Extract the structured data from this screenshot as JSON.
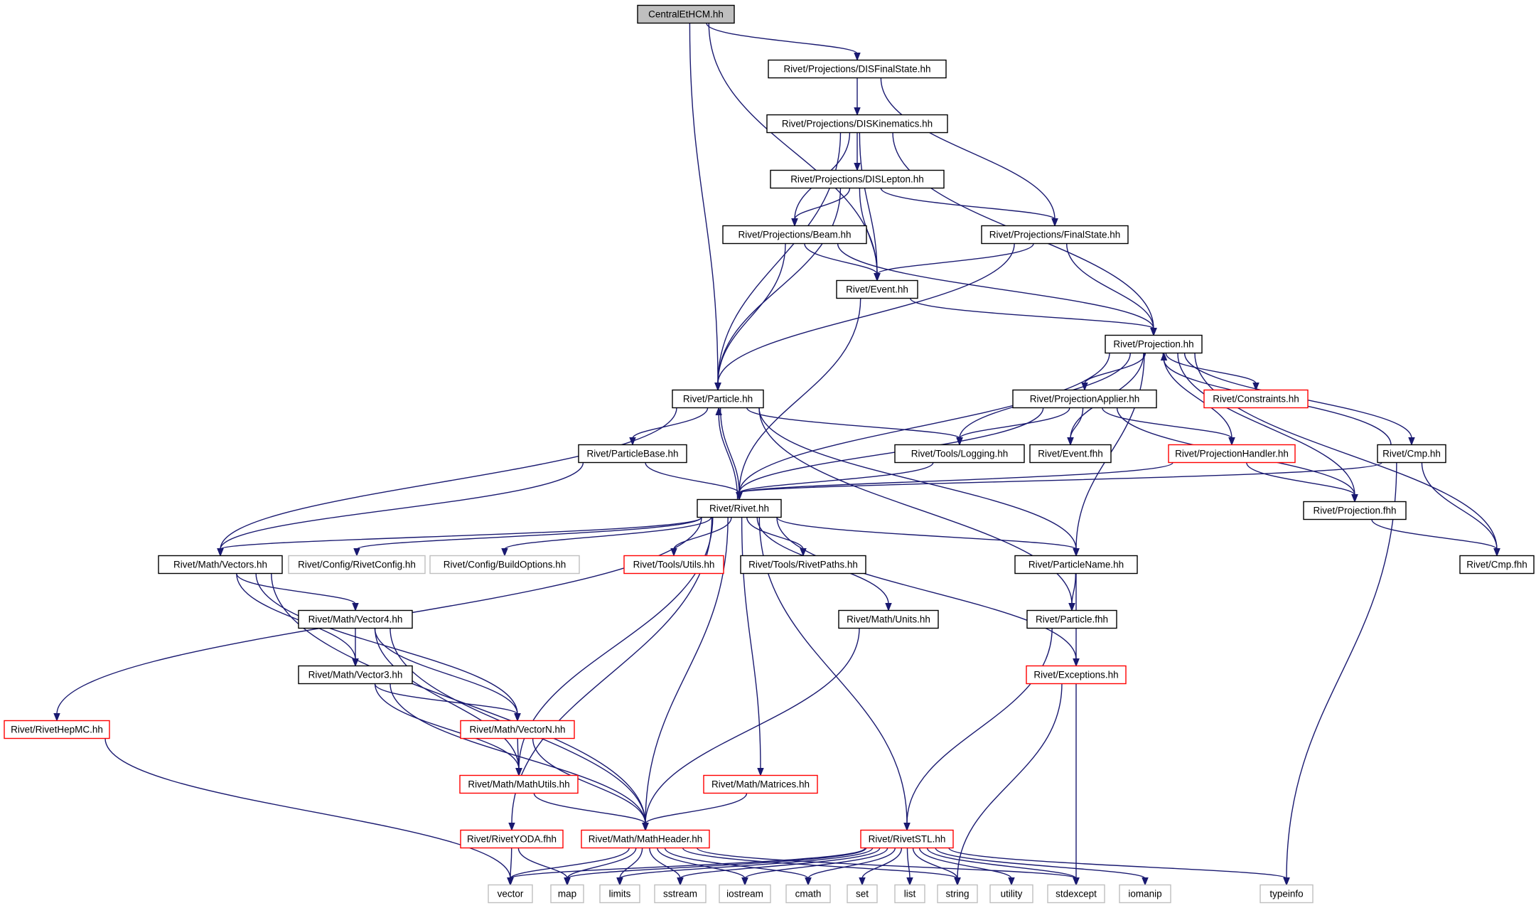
{
  "graph": {
    "nodes": [
      {
        "id": "root",
        "label": "CentralEtHCM.hh",
        "kind": "root"
      },
      {
        "id": "disfs",
        "label": "Rivet/Projections/DISFinalState.hh",
        "kind": "normal"
      },
      {
        "id": "diskin",
        "label": "Rivet/Projections/DISKinematics.hh",
        "kind": "normal"
      },
      {
        "id": "dislep",
        "label": "Rivet/Projections/DISLepton.hh",
        "kind": "normal"
      },
      {
        "id": "beam",
        "label": "Rivet/Projections/Beam.hh",
        "kind": "normal"
      },
      {
        "id": "finalstate",
        "label": "Rivet/Projections/FinalState.hh",
        "kind": "normal"
      },
      {
        "id": "event",
        "label": "Rivet/Event.hh",
        "kind": "normal"
      },
      {
        "id": "projection",
        "label": "Rivet/Projection.hh",
        "kind": "normal"
      },
      {
        "id": "particle",
        "label": "Rivet/Particle.hh",
        "kind": "normal"
      },
      {
        "id": "constraints",
        "label": "Rivet/Constraints.hh",
        "kind": "trunc"
      },
      {
        "id": "projapplier",
        "label": "Rivet/ProjectionApplier.hh",
        "kind": "normal"
      },
      {
        "id": "particlebase",
        "label": "Rivet/ParticleBase.hh",
        "kind": "normal"
      },
      {
        "id": "logging",
        "label": "Rivet/Tools/Logging.hh",
        "kind": "normal"
      },
      {
        "id": "eventfhh",
        "label": "Rivet/Event.fhh",
        "kind": "normal"
      },
      {
        "id": "projhandler",
        "label": "Rivet/ProjectionHandler.hh",
        "kind": "trunc"
      },
      {
        "id": "cmp",
        "label": "Rivet/Cmp.hh",
        "kind": "normal"
      },
      {
        "id": "rivet",
        "label": "Rivet/Rivet.hh",
        "kind": "normal"
      },
      {
        "id": "projfhh",
        "label": "Rivet/Projection.fhh",
        "kind": "normal"
      },
      {
        "id": "vectors",
        "label": "Rivet/Math/Vectors.hh",
        "kind": "normal"
      },
      {
        "id": "rivetconfig",
        "label": "Rivet/Config/RivetConfig.hh",
        "kind": "ext"
      },
      {
        "id": "buildopts",
        "label": "Rivet/Config/BuildOptions.hh",
        "kind": "ext"
      },
      {
        "id": "utils",
        "label": "Rivet/Tools/Utils.hh",
        "kind": "trunc"
      },
      {
        "id": "rivetpaths",
        "label": "Rivet/Tools/RivetPaths.hh",
        "kind": "normal"
      },
      {
        "id": "particlename",
        "label": "Rivet/ParticleName.hh",
        "kind": "normal"
      },
      {
        "id": "cmpfhh",
        "label": "Rivet/Cmp.fhh",
        "kind": "normal"
      },
      {
        "id": "vector4",
        "label": "Rivet/Math/Vector4.hh",
        "kind": "normal"
      },
      {
        "id": "units",
        "label": "Rivet/Math/Units.hh",
        "kind": "normal"
      },
      {
        "id": "particlefhh",
        "label": "Rivet/Particle.fhh",
        "kind": "normal"
      },
      {
        "id": "vector3",
        "label": "Rivet/Math/Vector3.hh",
        "kind": "normal"
      },
      {
        "id": "exceptions",
        "label": "Rivet/Exceptions.hh",
        "kind": "trunc"
      },
      {
        "id": "hepmc",
        "label": "Rivet/RivetHepMC.hh",
        "kind": "trunc"
      },
      {
        "id": "vectorn",
        "label": "Rivet/Math/VectorN.hh",
        "kind": "trunc"
      },
      {
        "id": "mathutils",
        "label": "Rivet/Math/MathUtils.hh",
        "kind": "trunc"
      },
      {
        "id": "matrices",
        "label": "Rivet/Math/Matrices.hh",
        "kind": "trunc"
      },
      {
        "id": "yoda",
        "label": "Rivet/RivetYODA.fhh",
        "kind": "trunc"
      },
      {
        "id": "mathheader",
        "label": "Rivet/Math/MathHeader.hh",
        "kind": "trunc"
      },
      {
        "id": "rivetstl",
        "label": "Rivet/RivetSTL.hh",
        "kind": "trunc"
      },
      {
        "id": "s_vector",
        "label": "vector",
        "kind": "ext"
      },
      {
        "id": "s_map",
        "label": "map",
        "kind": "ext"
      },
      {
        "id": "s_limits",
        "label": "limits",
        "kind": "ext"
      },
      {
        "id": "s_sstream",
        "label": "sstream",
        "kind": "ext"
      },
      {
        "id": "s_iostream",
        "label": "iostream",
        "kind": "ext"
      },
      {
        "id": "s_cmath",
        "label": "cmath",
        "kind": "ext"
      },
      {
        "id": "s_set",
        "label": "set",
        "kind": "ext"
      },
      {
        "id": "s_list",
        "label": "list",
        "kind": "ext"
      },
      {
        "id": "s_string",
        "label": "string",
        "kind": "ext"
      },
      {
        "id": "s_utility",
        "label": "utility",
        "kind": "ext"
      },
      {
        "id": "s_stdexcept",
        "label": "stdexcept",
        "kind": "ext"
      },
      {
        "id": "s_iomanip",
        "label": "iomanip",
        "kind": "ext"
      },
      {
        "id": "s_typeinfo",
        "label": "typeinfo",
        "kind": "ext"
      }
    ],
    "edges": [
      [
        "root",
        "disfs"
      ],
      [
        "root",
        "particle"
      ],
      [
        "root",
        "event"
      ],
      [
        "disfs",
        "diskin"
      ],
      [
        "disfs",
        "finalstate"
      ],
      [
        "diskin",
        "dislep"
      ],
      [
        "diskin",
        "beam"
      ],
      [
        "diskin",
        "event"
      ],
      [
        "diskin",
        "particle"
      ],
      [
        "diskin",
        "projection"
      ],
      [
        "dislep",
        "beam"
      ],
      [
        "dislep",
        "finalstate"
      ],
      [
        "dislep",
        "event"
      ],
      [
        "dislep",
        "particle"
      ],
      [
        "beam",
        "event"
      ],
      [
        "beam",
        "particle"
      ],
      [
        "beam",
        "projection"
      ],
      [
        "finalstate",
        "event"
      ],
      [
        "finalstate",
        "projection"
      ],
      [
        "finalstate",
        "particle"
      ],
      [
        "event",
        "projection"
      ],
      [
        "event",
        "rivet"
      ],
      [
        "projection",
        "projapplier"
      ],
      [
        "projection",
        "constraints"
      ],
      [
        "projection",
        "projhandler"
      ],
      [
        "projection",
        "logging"
      ],
      [
        "projection",
        "eventfhh"
      ],
      [
        "projection",
        "cmp"
      ],
      [
        "projection",
        "projfhh"
      ],
      [
        "projection",
        "cmpfhh"
      ],
      [
        "projection",
        "rivet"
      ],
      [
        "projection",
        "particlename"
      ],
      [
        "particle",
        "particlebase"
      ],
      [
        "particle",
        "logging"
      ],
      [
        "particle",
        "rivet"
      ],
      [
        "particle",
        "vectors"
      ],
      [
        "particle",
        "particlename"
      ],
      [
        "particle",
        "particlefhh"
      ],
      [
        "projapplier",
        "logging"
      ],
      [
        "projapplier",
        "eventfhh"
      ],
      [
        "projapplier",
        "projhandler"
      ],
      [
        "projapplier",
        "projfhh"
      ],
      [
        "projapplier",
        "rivet"
      ],
      [
        "particlebase",
        "rivet"
      ],
      [
        "particlebase",
        "vectors"
      ],
      [
        "logging",
        "rivet"
      ],
      [
        "projhandler",
        "projfhh"
      ],
      [
        "projhandler",
        "rivet"
      ],
      [
        "cmp",
        "projection"
      ],
      [
        "cmp",
        "rivet"
      ],
      [
        "cmp",
        "cmpfhh"
      ],
      [
        "cmp",
        "s_typeinfo"
      ],
      [
        "rivet",
        "particle"
      ],
      [
        "rivet",
        "vectors"
      ],
      [
        "rivet",
        "rivetconfig"
      ],
      [
        "rivet",
        "buildopts"
      ],
      [
        "rivet",
        "utils"
      ],
      [
        "rivet",
        "rivetpaths"
      ],
      [
        "rivet",
        "particlename"
      ],
      [
        "rivet",
        "hepmc"
      ],
      [
        "rivet",
        "units"
      ],
      [
        "rivet",
        "exceptions"
      ],
      [
        "rivet",
        "mathutils"
      ],
      [
        "rivet",
        "matrices"
      ],
      [
        "rivet",
        "yoda"
      ],
      [
        "rivet",
        "mathheader"
      ],
      [
        "rivet",
        "rivetstl"
      ],
      [
        "projfhh",
        "cmpfhh"
      ],
      [
        "vectors",
        "vector4"
      ],
      [
        "vectors",
        "vector3"
      ],
      [
        "vectors",
        "vectorn"
      ],
      [
        "vectors",
        "mathheader"
      ],
      [
        "particlename",
        "particlefhh"
      ],
      [
        "particlename",
        "exceptions"
      ],
      [
        "vector4",
        "vector3"
      ],
      [
        "vector4",
        "vectorn"
      ],
      [
        "vector4",
        "mathutils"
      ],
      [
        "vector4",
        "mathheader"
      ],
      [
        "vector3",
        "vectorn"
      ],
      [
        "vector3",
        "mathutils"
      ],
      [
        "vector3",
        "mathheader"
      ],
      [
        "units",
        "mathheader"
      ],
      [
        "particlefhh",
        "rivetstl"
      ],
      [
        "exceptions",
        "s_string"
      ],
      [
        "exceptions",
        "s_stdexcept"
      ],
      [
        "hepmc",
        "s_vector"
      ],
      [
        "vectorn",
        "mathutils"
      ],
      [
        "vectorn",
        "mathheader"
      ],
      [
        "mathutils",
        "mathheader"
      ],
      [
        "matrices",
        "mathheader"
      ],
      [
        "yoda",
        "s_vector"
      ],
      [
        "yoda",
        "s_map"
      ],
      [
        "mathheader",
        "s_vector"
      ],
      [
        "mathheader",
        "s_map"
      ],
      [
        "mathheader",
        "s_limits"
      ],
      [
        "mathheader",
        "s_sstream"
      ],
      [
        "mathheader",
        "s_iostream"
      ],
      [
        "mathheader",
        "s_cmath"
      ],
      [
        "mathheader",
        "s_string"
      ],
      [
        "mathheader",
        "s_stdexcept"
      ],
      [
        "rivetstl",
        "s_vector"
      ],
      [
        "rivetstl",
        "s_map"
      ],
      [
        "rivetstl",
        "s_limits"
      ],
      [
        "rivetstl",
        "s_sstream"
      ],
      [
        "rivetstl",
        "s_iostream"
      ],
      [
        "rivetstl",
        "s_cmath"
      ],
      [
        "rivetstl",
        "s_set"
      ],
      [
        "rivetstl",
        "s_list"
      ],
      [
        "rivetstl",
        "s_string"
      ],
      [
        "rivetstl",
        "s_utility"
      ],
      [
        "rivetstl",
        "s_stdexcept"
      ],
      [
        "rivetstl",
        "s_iomanip"
      ],
      [
        "rivetstl",
        "s_typeinfo"
      ]
    ]
  },
  "colors": {
    "edge": "#191970",
    "box_border": "#000000",
    "truncated_border": "#ff0000",
    "external_border": "#bfbfbf",
    "root_fill": "#bfbfbf"
  }
}
